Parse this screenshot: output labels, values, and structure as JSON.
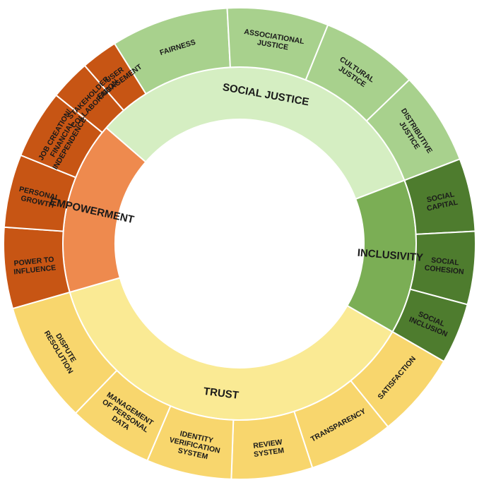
{
  "colors": {
    "empowerment_inner": "#EE8A4E",
    "empowerment_outer": "#C75514",
    "social_justice_inner": "#D5EEC2",
    "social_justice_outer": "#A8D18D",
    "inclusivity_inner": "#7BAE55",
    "inclusivity_outer": "#4E7C2E",
    "trust_inner": "#FAEA94",
    "trust_outer": "#F8D66D",
    "dark_text": "#1a1a1a",
    "light_text": "#ffffff"
  },
  "dimensions": [
    {
      "name": "SOCIAL JUSTICE",
      "text_color": "dark",
      "items": [
        {
          "label": "FAIRNESS"
        },
        {
          "label": "ASSOCIATIONAL JUSTICE"
        },
        {
          "label": "CULTURAL JUSTICE"
        },
        {
          "label": "DISTRIBUTIVE JUSTICE"
        }
      ]
    },
    {
      "name": "INCLUSIVITY",
      "text_color": "dark",
      "items": [
        {
          "label": "SOCIAL CAPITAL"
        },
        {
          "label": "SOCIAL COHESION"
        },
        {
          "label": "SOCIAL INCLUSION"
        }
      ]
    },
    {
      "name": "TRUST",
      "text_color": "dark",
      "items": [
        {
          "label": "SATISFACTION"
        },
        {
          "label": "TRANSPARENCY"
        },
        {
          "label": "REVIEW SYSTEM"
        },
        {
          "label": "IDENTITY VERIFICATION SYSTEM"
        },
        {
          "label": "MANAGEMENT OF PERSONAL DATA"
        },
        {
          "label": "DISPUTE RESOLUTION"
        }
      ]
    },
    {
      "name": "EMPOWERMENT",
      "text_color": "dark",
      "items": [
        {
          "label": "POWER TO INFLUENCE"
        },
        {
          "label": "PERSONAL GROWTH"
        },
        {
          "label": "JOB CREATION/ FINANCIAL INDEPENDENCE"
        },
        {
          "label": "STAKEHOLDER COLLABORATION"
        },
        {
          "label": "USER ENGAGEMENT"
        }
      ]
    }
  ]
}
